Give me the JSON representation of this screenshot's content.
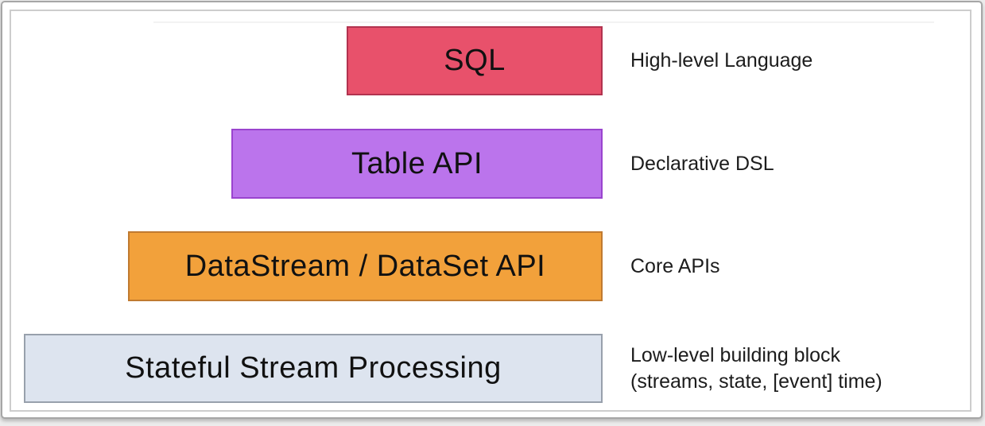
{
  "diagram": {
    "layers": [
      {
        "label": "SQL",
        "annotation": "High-level Language",
        "fill": "#e8516b",
        "border": "#b2334f"
      },
      {
        "label": "Table API",
        "annotation": "Declarative DSL",
        "fill": "#bb74ec",
        "border": "#9a44cf"
      },
      {
        "label": "DataStream / DataSet API",
        "annotation": "Core APIs",
        "fill": "#f2a13b",
        "border": "#c07a30"
      },
      {
        "label": "Stateful Stream Processing",
        "annotation": "Low-level building block\n(streams, state, [event] time)",
        "fill": "#dde4ef",
        "border": "#98a0ac"
      }
    ]
  }
}
